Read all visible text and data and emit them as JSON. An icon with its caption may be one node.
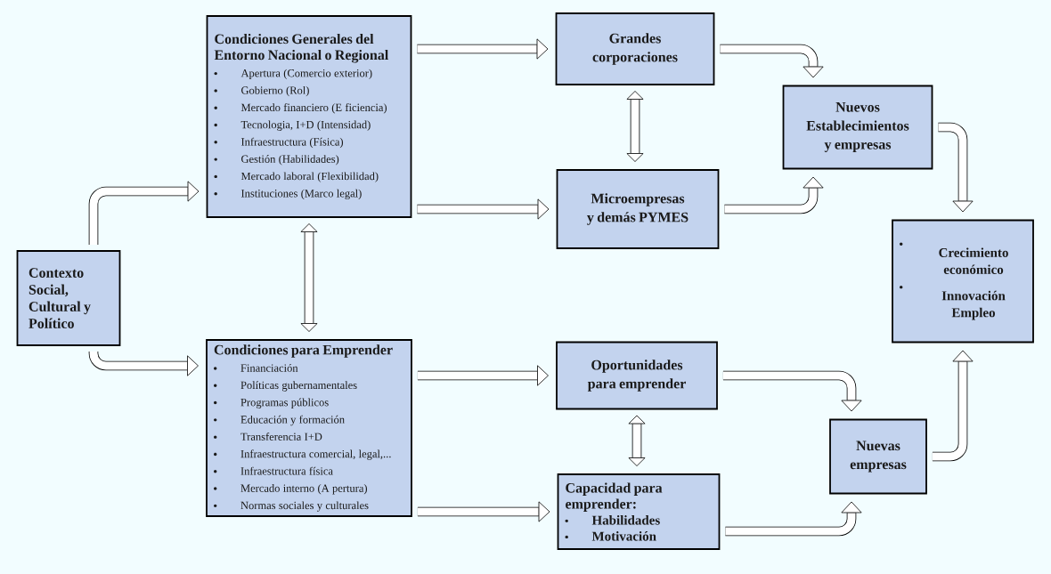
{
  "diagram": {
    "nodes": [
      {
        "text": [
          "Contexto Social, Cultural y Político"
        ]
      },
      {
        "text": [
          "Condiciones Generales del Entorno Nacional o Regional",
          "Apertura (Comercio exterior)",
          "Gobierno (Rol)",
          "Mercado financiero (E ficiencia)",
          "Tecnologia, I+D (Intensidad)",
          "Infraestructura (Física)",
          "Gestión (Habilidades)",
          "Mercado laboral (Flexibilidad)",
          "Instituciones (Marco legal)"
        ]
      },
      {
        "text": [
          "Condiciones para Emprender",
          "Financiación",
          "Políticas gubernamentales",
          "Programas públicos",
          "Educación y formación",
          "Transferencia I+D",
          "Infraestructura comercial, legal,...",
          "Infraestructura física",
          "Mercado interno (A pertura)",
          "Normas sociales y culturales"
        ]
      },
      {
        "text": [
          "Grandes corporaciones"
        ]
      },
      {
        "text": [
          "Microempresas y demás PYMES"
        ]
      },
      {
        "text": [
          "Oportunidades para emprender"
        ]
      },
      {
        "text": [
          "Capacidad para emprender:",
          "Habilidades",
          "Motivación"
        ]
      },
      {
        "text": [
          "Nuevos Establecimientos y empresas"
        ]
      },
      {
        "text": [
          "Nuevas empresas"
        ]
      },
      {
        "text": [
          "Crecimiento económico",
          "Innovación Empleo"
        ]
      }
    ],
    "edges": [
      {
        "from": 0,
        "to": 1,
        "arrow": "to"
      },
      {
        "from": 0,
        "to": 2,
        "arrow": "to"
      },
      {
        "from": 1,
        "to": 2,
        "arrow": "both"
      },
      {
        "from": 1,
        "to": 3,
        "arrow": "to"
      },
      {
        "from": 1,
        "to": 4,
        "arrow": "to"
      },
      {
        "from": 3,
        "to": 4,
        "arrow": "both"
      },
      {
        "from": 2,
        "to": 5,
        "arrow": "to"
      },
      {
        "from": 2,
        "to": 6,
        "arrow": "to"
      },
      {
        "from": 5,
        "to": 6,
        "arrow": "both"
      },
      {
        "from": 3,
        "to": 7,
        "arrow": "to"
      },
      {
        "from": 4,
        "to": 7,
        "arrow": "to"
      },
      {
        "from": 7,
        "to": 9,
        "arrow": "to"
      },
      {
        "from": 5,
        "to": 8,
        "arrow": "to"
      },
      {
        "from": 6,
        "to": 8,
        "arrow": "to"
      },
      {
        "from": 8,
        "to": 9,
        "arrow": "to"
      }
    ]
  }
}
